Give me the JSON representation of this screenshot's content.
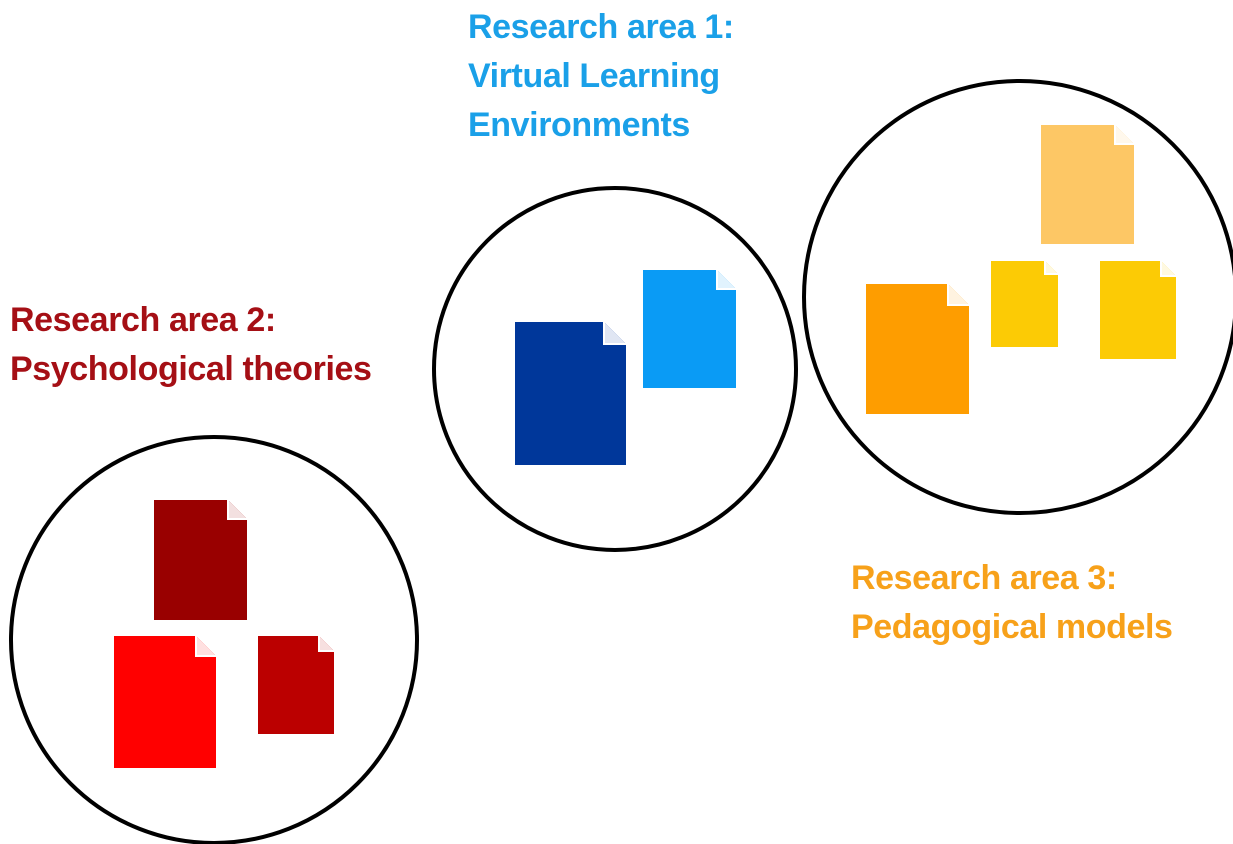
{
  "areas": [
    {
      "id": "area-1",
      "label_lines": [
        "Research area 1:",
        "Virtual Learning",
        "Environments"
      ],
      "color": "#1aa0e8",
      "document_colors": [
        "#00379a",
        "#0a9bf5"
      ]
    },
    {
      "id": "area-2",
      "label_lines": [
        "Research area 2:",
        "Psychological theories"
      ],
      "color": "#a50f15",
      "document_colors": [
        "#990000",
        "#ff0000",
        "#bb0000"
      ]
    },
    {
      "id": "area-3",
      "label_lines": [
        "Research area 3:",
        "Pedagogical models"
      ],
      "color": "#f7a11a",
      "document_colors": [
        "#fdc765",
        "#fe9d00",
        "#fccb05",
        "#fccb05"
      ]
    }
  ],
  "circle_stroke": "#000000",
  "icon": "document-icon"
}
